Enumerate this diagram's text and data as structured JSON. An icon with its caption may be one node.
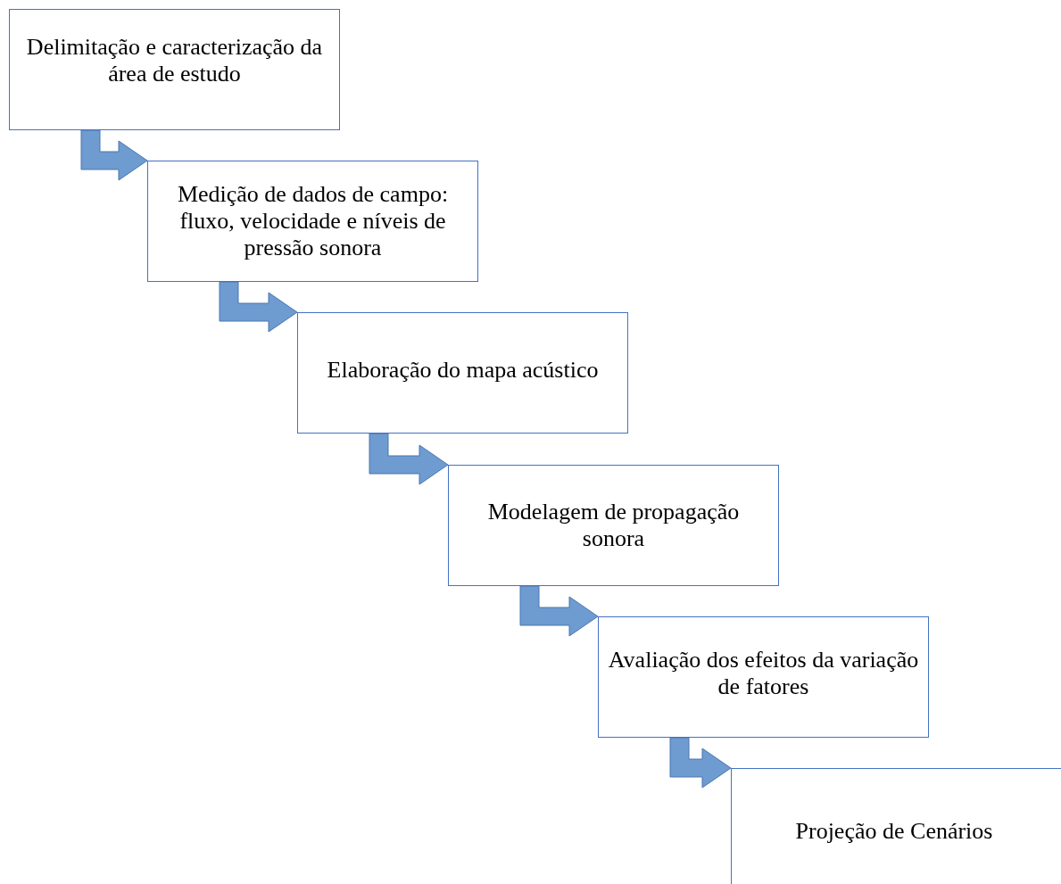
{
  "diagram": {
    "nodes": [
      {
        "text": [
          "Delimitação e caracterização da área de estudo"
        ]
      },
      {
        "text": [
          "Medição de dados de campo: fluxo, velocidade e níveis de pressão sonora"
        ]
      },
      {
        "text": [
          "Elaboração do mapa acústico"
        ]
      },
      {
        "text": [
          "Modelagem de propagação sonora"
        ]
      },
      {
        "text": [
          "Avaliação dos efeitos da variação de fatores"
        ]
      },
      {
        "text": [
          "Projeção de Cenários"
        ]
      }
    ],
    "edges": [
      {
        "from": 0,
        "to": 1,
        "arrow": "to"
      },
      {
        "from": 1,
        "to": 2,
        "arrow": "to"
      },
      {
        "from": 2,
        "to": 3,
        "arrow": "to"
      },
      {
        "from": 3,
        "to": 4,
        "arrow": "to"
      },
      {
        "from": 4,
        "to": 5,
        "arrow": "to"
      }
    ]
  }
}
